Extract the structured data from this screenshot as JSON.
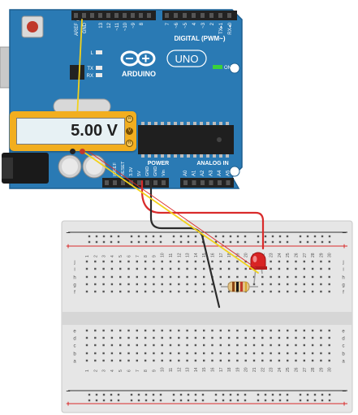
{
  "multimeter": {
    "reading": "5.00 V",
    "modes": [
      "A",
      "V",
      "R"
    ],
    "selected_mode": "V"
  },
  "arduino": {
    "brand": "ARDUINO",
    "model": "UNO",
    "digital_header_label": "DIGITAL (PWM~)",
    "power_header_label": "POWER",
    "analog_header_label": "ANALOG IN",
    "on_label": "ON",
    "led_labels": [
      "L",
      "TX",
      "RX"
    ],
    "top_pins_left": [
      "AREF",
      "GND",
      "13",
      "12",
      "~11",
      "~10",
      "~9",
      "8"
    ],
    "top_pins_right": [
      "7",
      "~6",
      "~5",
      "4",
      "~3",
      "2",
      "TX▸1",
      "RX◂0"
    ],
    "power_pins": [
      "IOREF",
      "RESET",
      "3.3V",
      "5V",
      "GND",
      "GND",
      "Vin"
    ],
    "analog_pins": [
      "A0",
      "A1",
      "A2",
      "A3",
      "A4",
      "A5"
    ]
  },
  "breadboard": {
    "row_labels_top": [
      "j",
      "i",
      "h",
      "g",
      "f"
    ],
    "row_labels_bottom": [
      "e",
      "d",
      "c",
      "b",
      "a"
    ],
    "column_numbers": [
      "1",
      "2",
      "3",
      "4",
      "5",
      "6",
      "7",
      "8",
      "9",
      "10",
      "11",
      "12",
      "13",
      "14",
      "15",
      "16",
      "17",
      "18",
      "19",
      "20",
      "21",
      "22",
      "23",
      "24",
      "25",
      "26",
      "27",
      "28",
      "29",
      "30"
    ],
    "rail_plus": "+",
    "rail_minus": "–"
  },
  "colors": {
    "board": "#2a7ab4",
    "board_dark": "#1d5f90",
    "breadboard": "#e6e6e6",
    "wire_red": "#d92b2b",
    "wire_yellow": "#f2d21b",
    "wire_black": "#2b2b2b",
    "meter_body": "#f2ae1f",
    "led_red": "#d82424"
  }
}
